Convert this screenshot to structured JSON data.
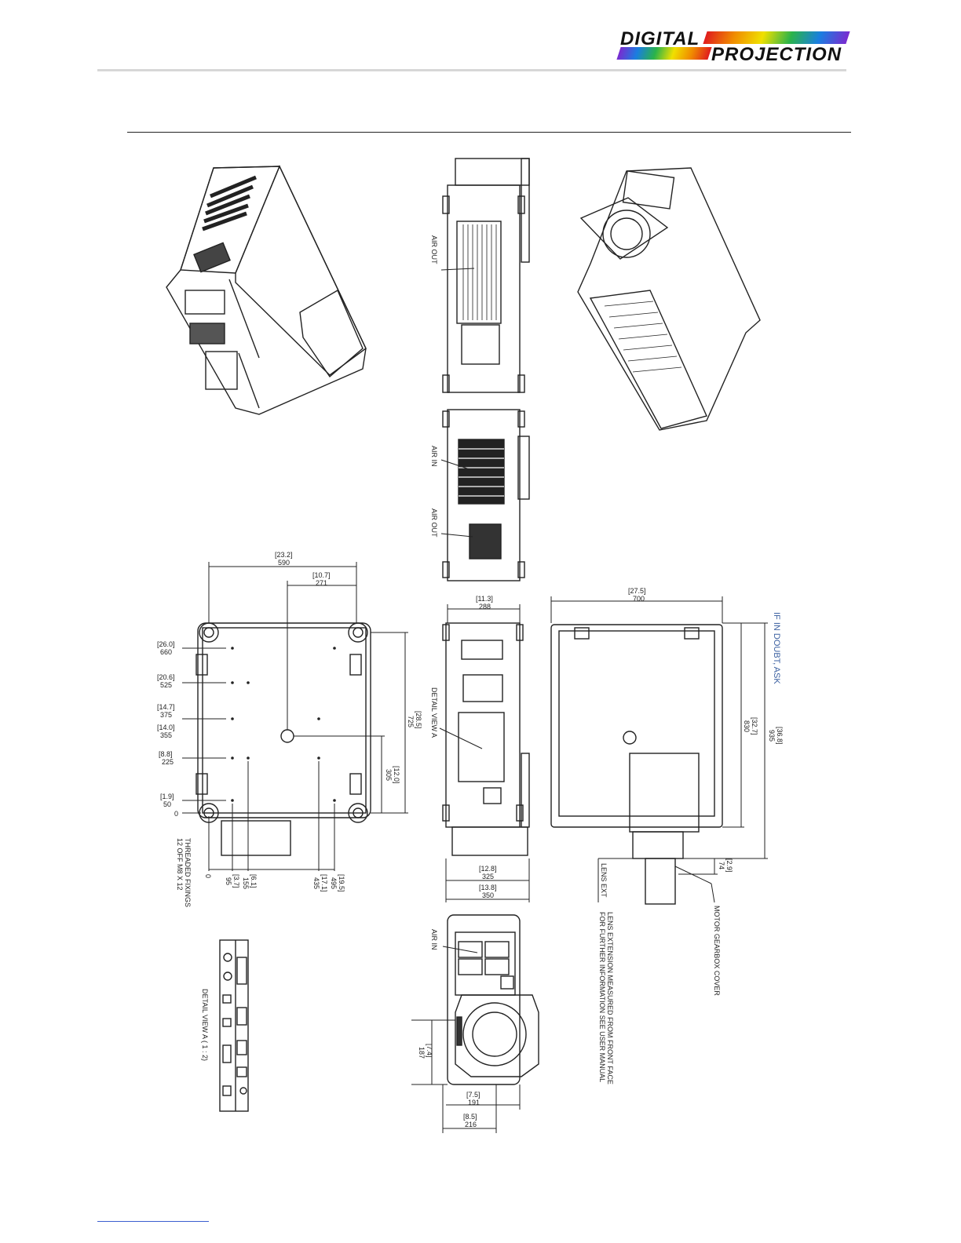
{
  "header": {
    "logo_line1": "DIGITAL",
    "logo_line2": "PROJECTION",
    "logo_colors": [
      "#e01d1d",
      "#f08c00",
      "#f0e000",
      "#2ab34a",
      "#1a7ee0",
      "#7a2bd0"
    ]
  },
  "labels": {
    "air_out_1": "AIR OUT",
    "air_in_1": "AIR IN",
    "air_out_2": "AIR OUT",
    "air_in_2": "AIR IN",
    "detail_view_a": "DETAIL VIEW A",
    "detail_view_a_scale": "DETAIL VIEW A ( 1 : 2)",
    "threaded_fixings_1": "THREADED FIXINGS",
    "threaded_fixings_2": "12 OFF M8 X 12",
    "lens_ext": "LENS EXT",
    "motor_gearbox": "MOTOR GEARBOX COVER",
    "note_line1": "LENS EXTENSION MEASURED FROM FRONT FACE",
    "note_line2": "FOR FURTHER INFORMATION SEE USER MANUAL",
    "if_in_doubt": "IF IN DOUBT, ASK"
  },
  "dims": {
    "bottom_width_in": "[23.2]",
    "bottom_width_mm": "590",
    "center_in": "[10.7]",
    "center_mm": "271",
    "r660_in": "[26.0]",
    "r660_mm": "660",
    "r525_in": "[20.6]",
    "r525_mm": "525",
    "r375_in": "[14.7]",
    "r375_mm": "375",
    "r355_in": "[14.0]",
    "r355_mm": "355",
    "r225_in": "[8.8]",
    "r225_mm": "225",
    "r50_in": "[1.9]",
    "r50_mm": "50",
    "r0": "0",
    "depth_in": "[28.5]",
    "depth_mm": "725",
    "mid_in": "[12.0]",
    "mid_mm": "305",
    "c0": "0",
    "c95_in": "[3.7]",
    "c95_mm": "95",
    "c155_in": "[6.1]",
    "c155_mm": "155",
    "c435_in": "[17.1]",
    "c435_mm": "435",
    "c495_in": "[19.5]",
    "c495_mm": "495",
    "side_top_in": "[11.3]",
    "side_top_mm": "288",
    "side_w1_in": "[12.8]",
    "side_w1_mm": "325",
    "side_w2_in": "[13.8]",
    "side_w2_mm": "350",
    "top_w_in": "[27.5]",
    "top_w_mm": "700",
    "top_h1_in": "[32.7]",
    "top_h1_mm": "830",
    "top_h2_in": "[36.8]",
    "top_h2_mm": "935",
    "lens_in": "[2.9]",
    "lens_mm": "74",
    "front_lh_in": "[7.4]",
    "front_lh_mm": "187",
    "front_w1_in": "[7.5]",
    "front_w1_mm": "191",
    "front_w2_in": "[8.5]",
    "front_w2_mm": "216"
  }
}
